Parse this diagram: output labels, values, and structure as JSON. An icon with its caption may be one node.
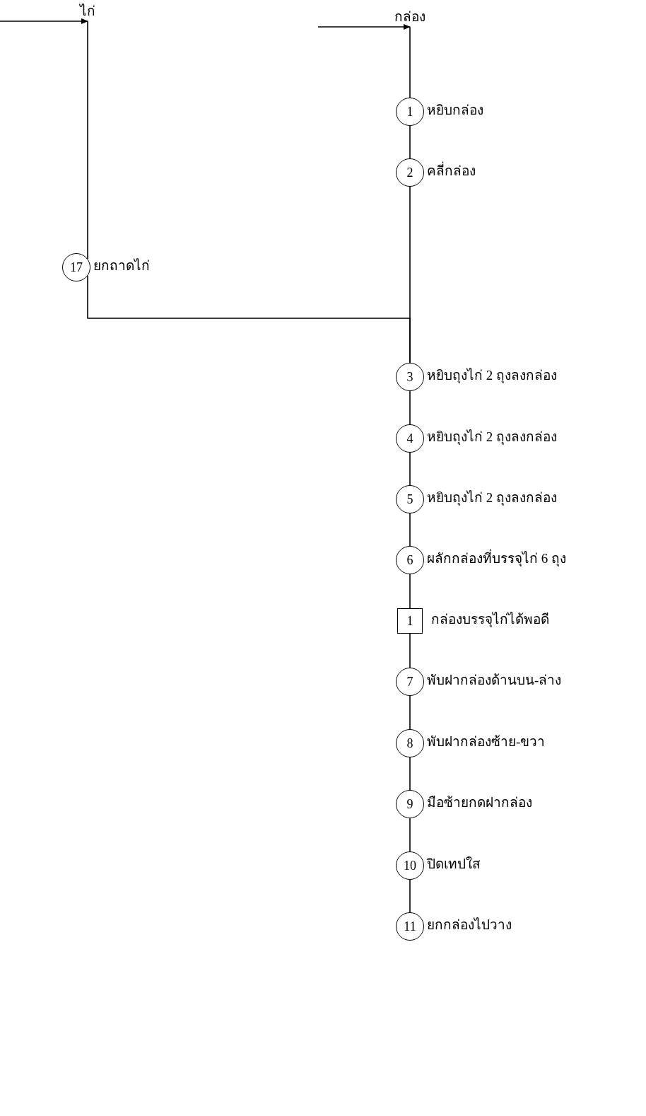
{
  "diagram": {
    "nodes": [
      {
        "text": [
          "ไก่"
        ]
      },
      {
        "text": [
          "กล่อง"
        ]
      },
      {
        "text": [
          "1"
        ],
        "beside": [
          "หยิบกล่อง"
        ]
      },
      {
        "text": [
          "2"
        ],
        "beside": [
          "คลี่กล่อง"
        ]
      },
      {
        "text": [
          "17"
        ],
        "beside": [
          "ยกถาดไก่"
        ]
      },
      {
        "text": [
          "3"
        ],
        "beside": [
          "หยิบถุงไก่ 2 ถุงลงกล่อง"
        ]
      },
      {
        "text": [
          "4"
        ],
        "beside": [
          "หยิบถุงไก่ 2 ถุงลงกล่อง"
        ]
      },
      {
        "text": [
          "5"
        ],
        "beside": [
          "หยิบถุงไก่ 2 ถุงลงกล่อง"
        ]
      },
      {
        "text": [
          "6"
        ],
        "beside": [
          "ผลักกล่องที่บรรจุไก่ 6 ถุง"
        ]
      },
      {
        "text": [
          "1"
        ],
        "beside": [
          "กล่องบรรจุไก่ได้พอดี"
        ]
      },
      {
        "text": [
          "7"
        ],
        "beside": [
          "พับฝากล่องด้านบน-ล่าง"
        ]
      },
      {
        "text": [
          "8"
        ],
        "beside": [
          "พับฝากล่องซ้าย-ขวา"
        ]
      },
      {
        "text": [
          "9"
        ],
        "beside": [
          "มือซ้ายกดฝากล่อง"
        ]
      },
      {
        "text": [
          "10"
        ],
        "beside": [
          "ปิดเทปใส"
        ]
      },
      {
        "text": [
          "11"
        ],
        "beside": [
          "ยกกล่องไปวาง"
        ]
      }
    ],
    "edges": [
      {
        "from": null,
        "to": 0,
        "arrow": "to"
      },
      {
        "from": null,
        "to": 1,
        "arrow": "to"
      },
      {
        "from": 0,
        "to": 4,
        "arrow": "none"
      },
      {
        "from": 1,
        "to": 2,
        "arrow": "none"
      },
      {
        "from": 2,
        "to": 3,
        "arrow": "none"
      },
      {
        "from": 3,
        "to": 5,
        "arrow": "none"
      },
      {
        "from": 4,
        "to": 5,
        "arrow": "none"
      },
      {
        "from": 5,
        "to": 6,
        "arrow": "none"
      },
      {
        "from": 6,
        "to": 7,
        "arrow": "none"
      },
      {
        "from": 7,
        "to": 8,
        "arrow": "none"
      },
      {
        "from": 8,
        "to": 9,
        "arrow": "none"
      },
      {
        "from": 9,
        "to": 10,
        "arrow": "none"
      },
      {
        "from": 10,
        "to": 11,
        "arrow": "none"
      },
      {
        "from": 11,
        "to": 12,
        "arrow": "none"
      },
      {
        "from": 12,
        "to": 13,
        "arrow": "none"
      },
      {
        "from": 13,
        "to": 14,
        "arrow": "none"
      }
    ]
  }
}
